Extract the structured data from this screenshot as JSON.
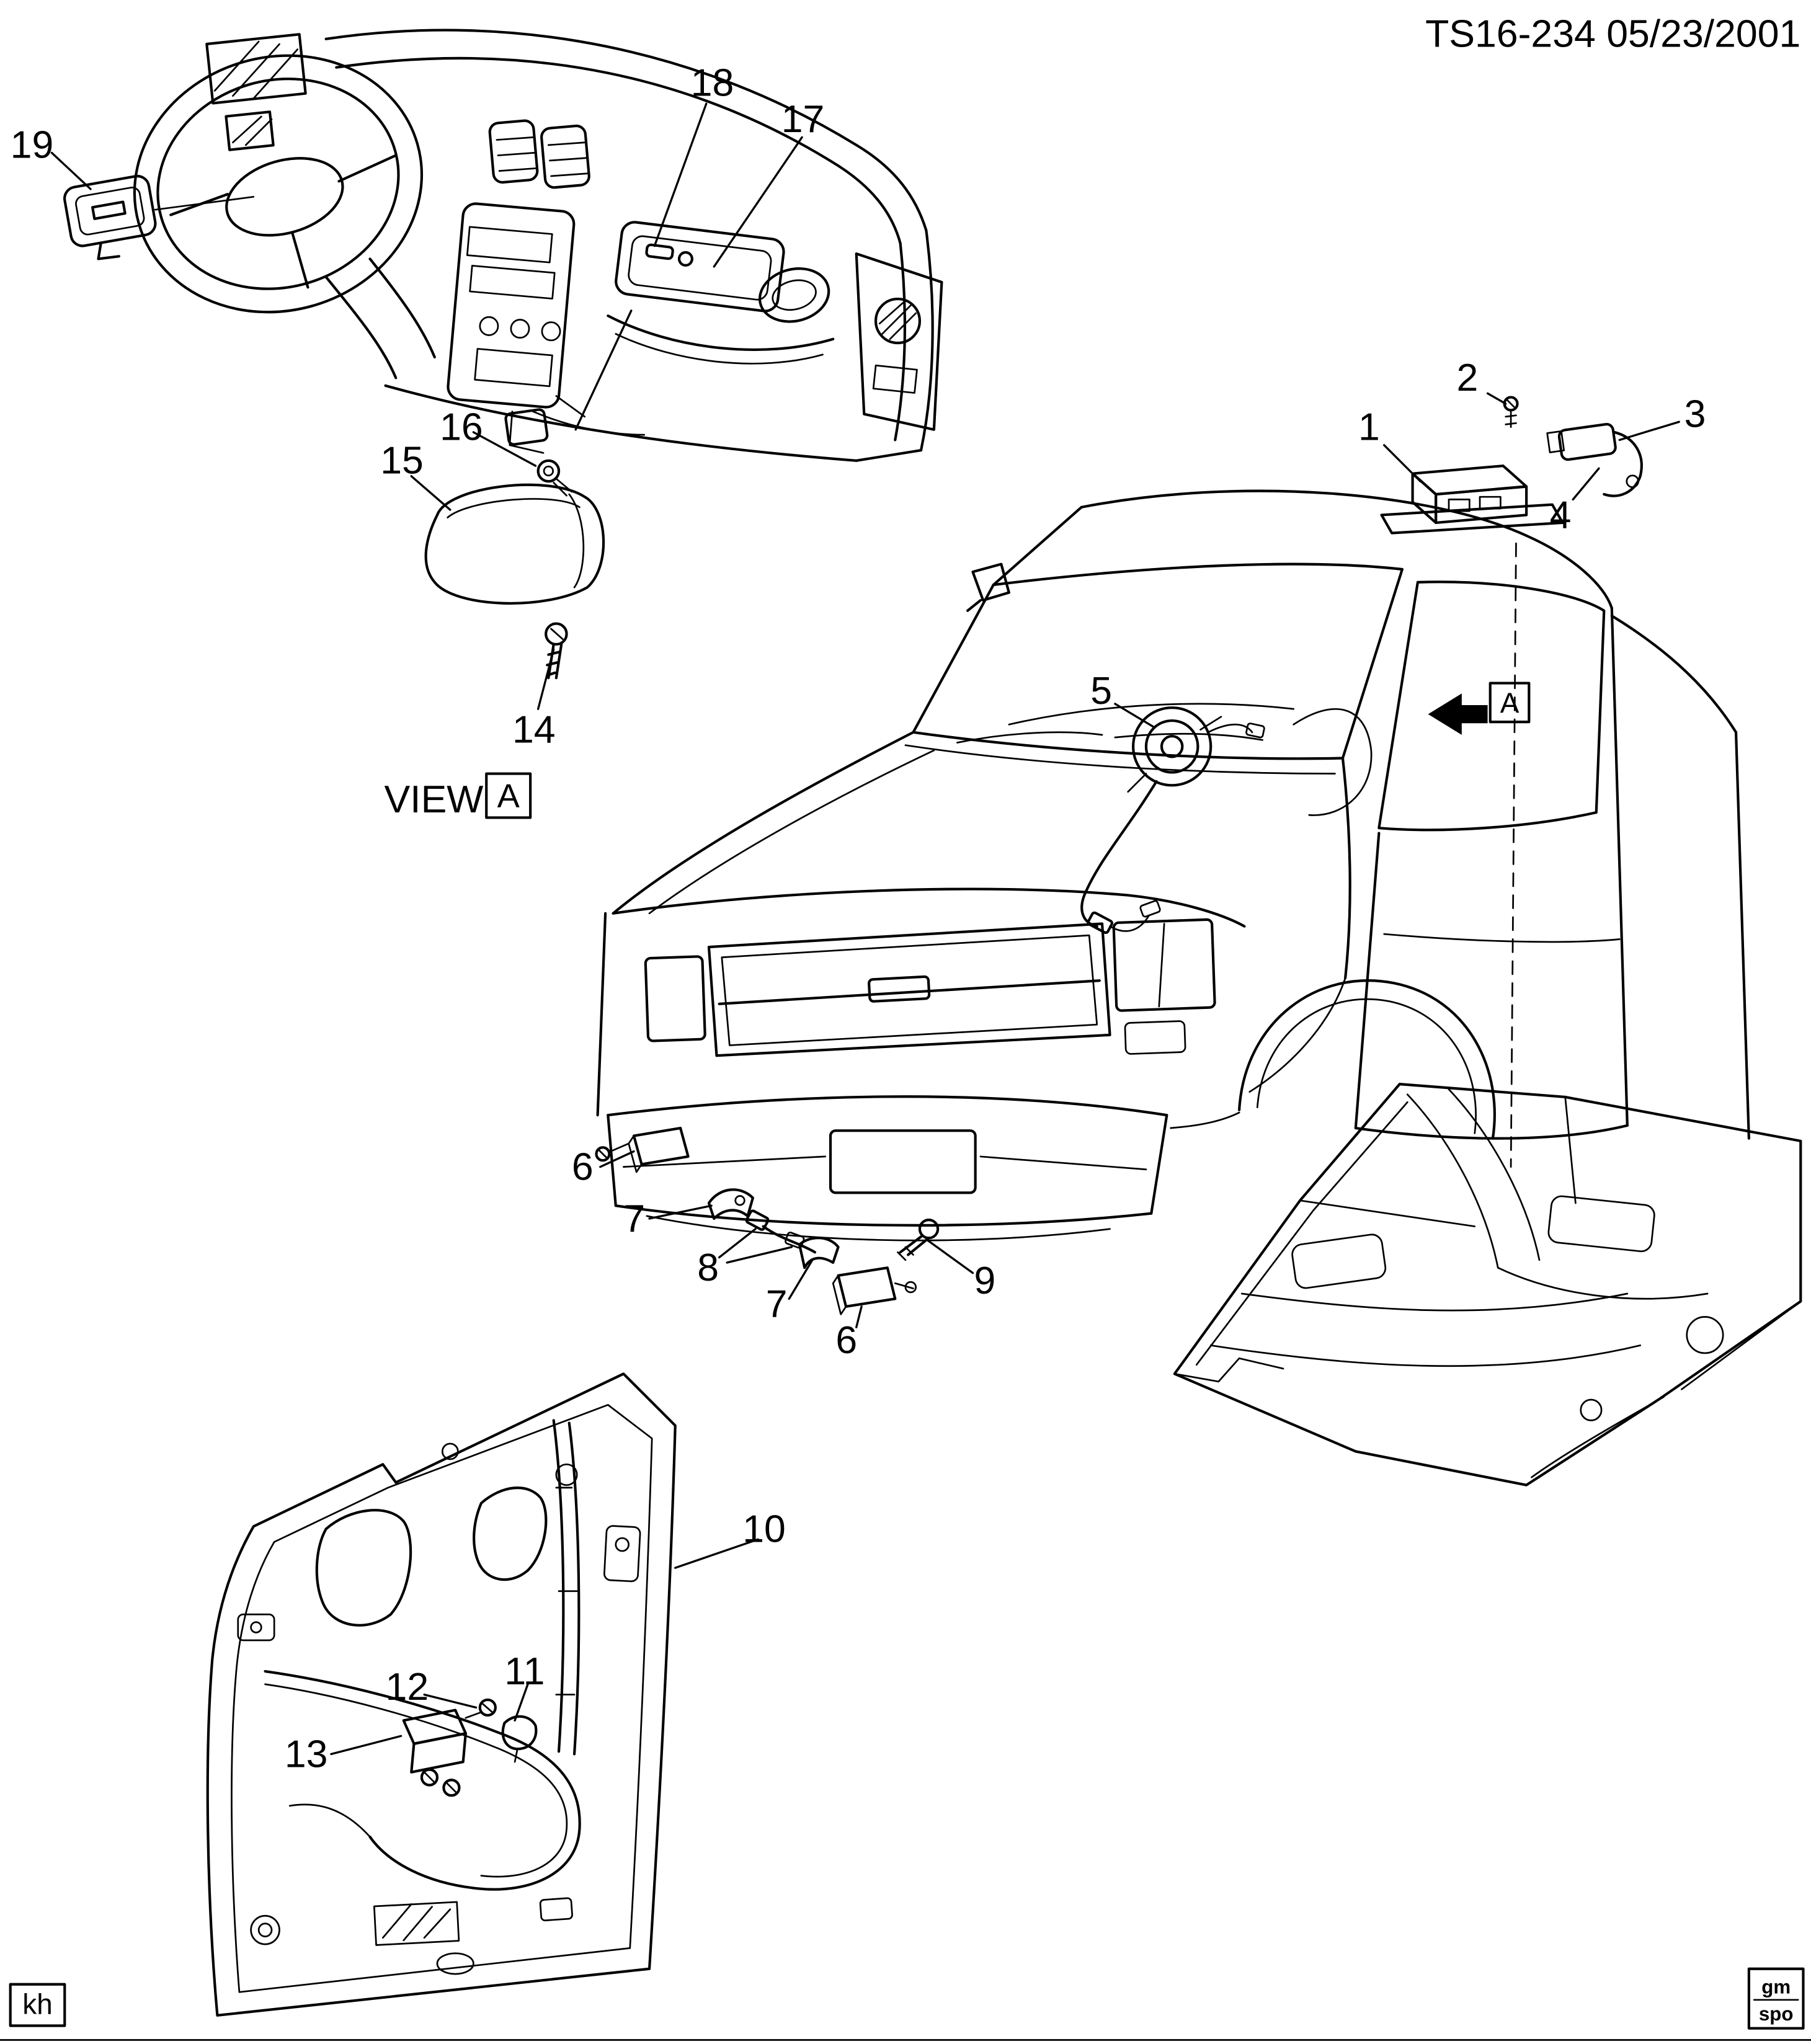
{
  "document": {
    "drawing_number": "TS16-234 05/23/2001",
    "view_label": "VIEW",
    "view_detail_letter": "A",
    "body_section_letter": "A",
    "artist_initials": "kh",
    "logo": {
      "line1": "gm",
      "line2": "spo"
    },
    "colors": {
      "ink": "#000000",
      "paper": "#ffffff"
    }
  },
  "callouts": [
    {
      "label": "19"
    },
    {
      "label": "18"
    },
    {
      "label": "17"
    },
    {
      "label": "16"
    },
    {
      "label": "15"
    },
    {
      "label": "14"
    },
    {
      "label": "2"
    },
    {
      "label": "1"
    },
    {
      "label": "3"
    },
    {
      "label": "4"
    },
    {
      "label": "5"
    },
    {
      "label": "6"
    },
    {
      "label": "7"
    },
    {
      "label": "8"
    },
    {
      "label": "7"
    },
    {
      "label": "9"
    },
    {
      "label": "6"
    },
    {
      "label": "10"
    },
    {
      "label": "11"
    },
    {
      "label": "12"
    },
    {
      "label": "13"
    }
  ]
}
